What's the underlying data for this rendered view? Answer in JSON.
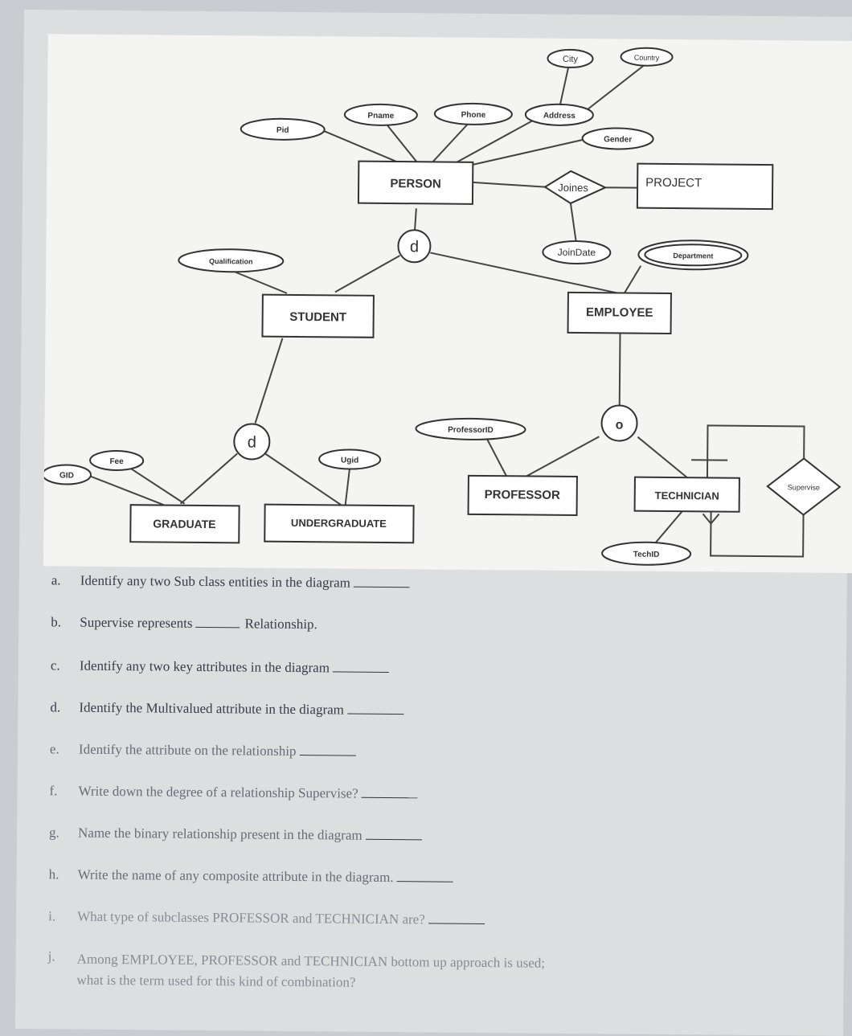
{
  "diagram": {
    "entities": {
      "person": "PERSON",
      "project": "PROJECT",
      "student": "STUDENT",
      "employee": "EMPLOYEE",
      "professor": "PROFESSOR",
      "technician": "TECHNICIAN",
      "graduate": "GRADUATE",
      "undergraduate": "UNDERGRADUATE"
    },
    "attributes": {
      "city": "City",
      "country": "Country",
      "pname": "Pname",
      "phone": "Phone",
      "address": "Address",
      "pid": "Pid",
      "gender": "Gender",
      "joindate": "JoinDate",
      "department": "Department",
      "qualification": "Qualification",
      "professorid": "ProfessorID",
      "fee": "Fee",
      "gid": "GID",
      "ugid": "Ugid",
      "techid": "TechID"
    },
    "relationships": {
      "joines": "Joines",
      "supervise": "Supervise"
    },
    "specializations": {
      "person_disjoint": "d",
      "student_disjoint": "d",
      "employee_overlap": "o"
    }
  },
  "questions": [
    {
      "letter": "a.",
      "text": "Identify any two Sub class entities in the diagram"
    },
    {
      "letter": "b.",
      "text": "Supervise represents",
      "text2": "Relationship."
    },
    {
      "letter": "c.",
      "text": "Identify any two key attributes in the diagram"
    },
    {
      "letter": "d.",
      "text": "Identify the Multivalued attribute in the diagram"
    },
    {
      "letter": "e.",
      "text": "Identify the attribute on the relationship"
    },
    {
      "letter": "f.",
      "text": "Write down the degree of a relationship Supervise?"
    },
    {
      "letter": "g.",
      "text": "Name the binary relationship present in the diagram"
    },
    {
      "letter": "h.",
      "text": "Write the name of any composite attribute in the diagram."
    },
    {
      "letter": "i.",
      "text": "What type of subclasses PROFESSOR and TECHNICIAN are?"
    },
    {
      "letter": "j.",
      "text": "Among EMPLOYEE, PROFESSOR and TECHNICIAN bottom up approach is used; what is the term used for this kind of combination?"
    }
  ]
}
